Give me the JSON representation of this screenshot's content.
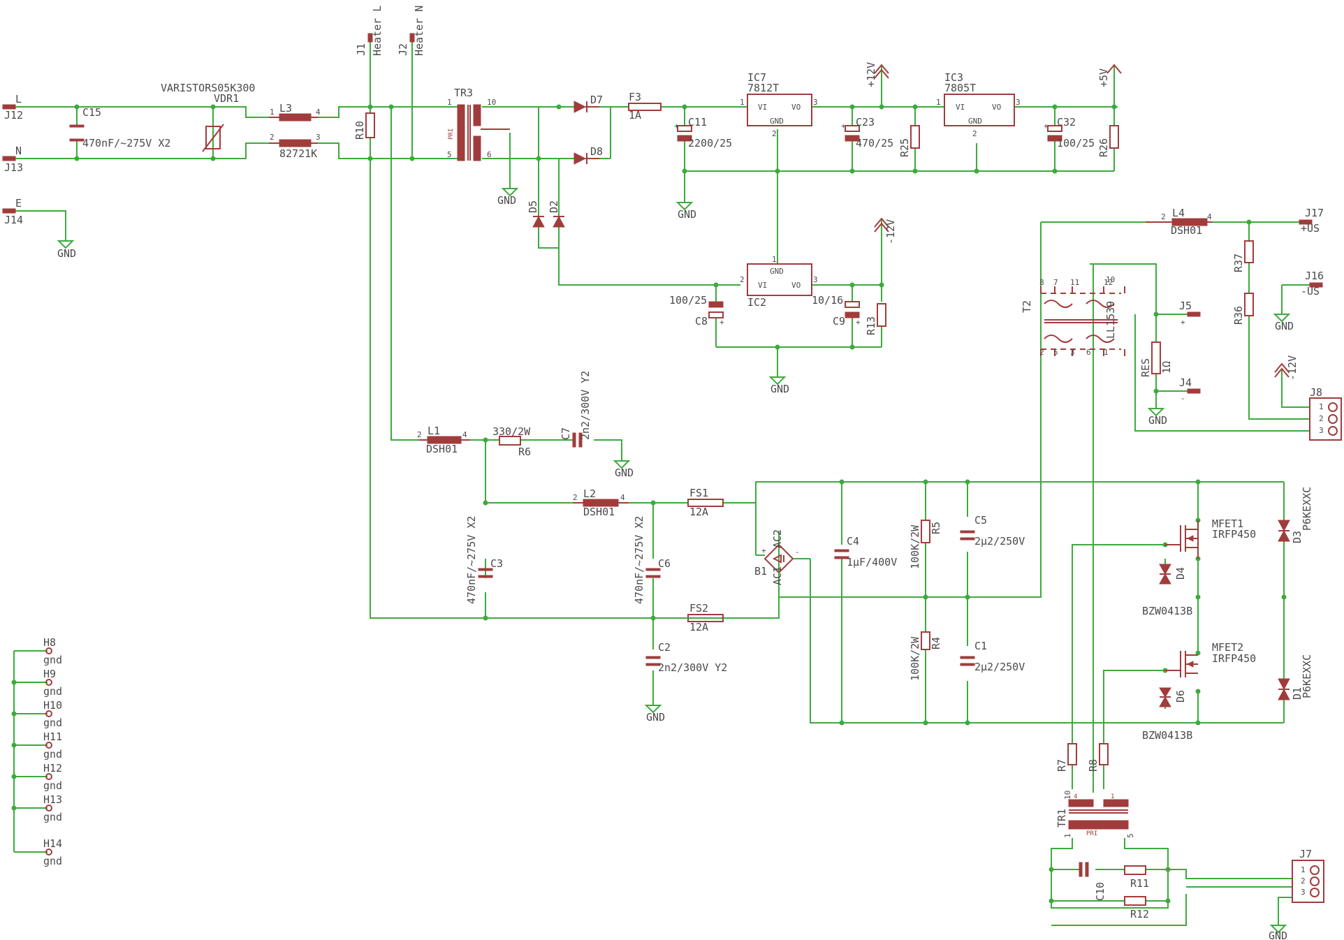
{
  "labels": {
    "j12_net": "L",
    "j12": "J12",
    "j13_net": "N",
    "j13": "J13",
    "j14_net": "E",
    "j14": "J14",
    "gnd": "GND",
    "c15": "C15",
    "c15_val": "470nF/~275V X2",
    "varistor_type": "VARISTORS05K300",
    "vdr1": "VDR1",
    "l3": "L3",
    "l3_val": "82721K",
    "j1": "J1",
    "heater_l": "Heater L",
    "j2": "J2",
    "heater_n": "Heater N",
    "r10": "R10",
    "tr3": "TR3",
    "pri": "PRI",
    "d7": "D7",
    "d8": "D8",
    "d5": "D5",
    "d2": "D2",
    "f3": "F3",
    "f3_val": "1A",
    "c11": "C11",
    "c11_val": "2200/25",
    "ic7": "IC7",
    "ic7_type": "7812T",
    "vi": "VI",
    "vo": "VO",
    "gnd_pin": "GND",
    "plus12v": "+12V",
    "c23": "C23",
    "c23_val": "470/25",
    "r25": "R25",
    "ic3": "IC3",
    "ic3_type": "7805T",
    "plus5v": "+5V",
    "c32": "C32",
    "c32_val": "100/25",
    "r26": "R26",
    "minus12v": "-12V",
    "ic2": "IC2",
    "c8": "C8",
    "c8_val": "100/25",
    "c9": "C9",
    "c9_val": "10/16",
    "r13": "R13",
    "l4": "L4",
    "l4_val": "DSH01",
    "j17": "J17",
    "plus_us": "+US",
    "j16": "J16",
    "minus_us": "-US",
    "r37": "R37",
    "r36": "R36",
    "t2": "T2",
    "ll1539": "LL1539",
    "j5": "J5",
    "j4": "J4",
    "res": "RES",
    "res_val": "1Ω",
    "j8": "J8",
    "l1": "L1",
    "l1_val": "DSH01",
    "r6_val": "330/2W",
    "r6": "R6",
    "c7": "C7",
    "c7_val": "2n2/300V Y2",
    "l2": "L2",
    "l2_val": "DSH01",
    "fs1": "FS1",
    "fs1_val": "12A",
    "fs2": "FS2",
    "fs2_val": "12A",
    "c3": "C3",
    "c3_val": "470nF/~275V X2",
    "c6": "C6",
    "c6_val": "470nF/~275V X2",
    "c2": "C2",
    "c2_val": "2n2/300V Y2",
    "b1": "B1",
    "ac1": "AC1",
    "ac2": "AC2",
    "c4": "C4",
    "c4_val": "1µF/400V",
    "r5": "R5",
    "r5_val": "100K/2W",
    "r4": "R4",
    "r4_val": "100K/2W",
    "c5": "C5",
    "c5_val": "2µ2/250V",
    "c1": "C1",
    "c1_val": "2µ2/250V",
    "mfet1": "MFET1",
    "mfet1_val": "IRFP450",
    "mfet2": "MFET2",
    "mfet2_val": "IRFP450",
    "d4": "D4",
    "d6": "D6",
    "bzw1": "BZW0413B",
    "bzw2": "BZW0413B",
    "d3": "D3",
    "d1": "D1",
    "p6ke1": "P6KEXXC",
    "p6ke2": "P6KEXXC",
    "r7": "R7",
    "r8": "R8",
    "tr1": "TR1",
    "c10": "C10",
    "r11": "R11",
    "r12": "R12",
    "j7": "J7",
    "h8": "H8",
    "h9": "H9",
    "h10": "H10",
    "h11": "H11",
    "h12": "H12",
    "h13": "H13",
    "h14": "H14",
    "gnd_lc": "gnd",
    "pin1": "1",
    "pin2": "2",
    "pin3": "3",
    "pin4": "4",
    "pin5": "5",
    "pin6": "6",
    "pin7": "7",
    "pin8": "8",
    "pin10": "10",
    "pin11": "11",
    "pin12": "12",
    "plus": "+",
    "minus": "-"
  }
}
